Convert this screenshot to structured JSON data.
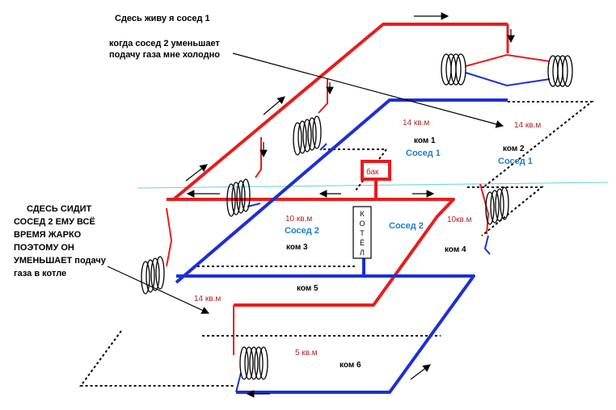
{
  "notes": {
    "neighbor1_title": "Сдесь живу я  сосед 1",
    "neighbor1_line1": "когда сосед 2 уменьшает",
    "neighbor1_line2": "подачу газа мне холодно",
    "neighbor2_line1": "СДЕСЬ СИДИТ",
    "neighbor2_line2": "СОСЕД 2   ЕМУ ВСЁ",
    "neighbor2_line3": "ВРЕМЯ ЖАРКО",
    "neighbor2_line4": "ПОЭТОМУ ОН",
    "neighbor2_line5": "УМЕНЬШАЕТ подачу",
    "neighbor2_line6": "газа в котле"
  },
  "rooms": [
    {
      "name": "ком 1",
      "area": "14 кв.м",
      "owner": "Сосед 1"
    },
    {
      "name": "ком 2",
      "area": "14 кв.м",
      "owner": "Сосед 1"
    },
    {
      "name": "ком 3",
      "area": "10 кв.м",
      "owner": "Сосед 2"
    },
    {
      "name": "ком 4",
      "area": "10кв.м",
      "owner": "Сосед 2"
    },
    {
      "name": "ком 5",
      "area": "14 кв.м",
      "owner": ""
    },
    {
      "name": "ком 6",
      "area": "5 кв.м",
      "owner": ""
    }
  ],
  "equipment": {
    "tank": "бак",
    "boiler": [
      "К",
      "О",
      "Т",
      "Ё",
      "Л"
    ]
  },
  "colors": {
    "hot_pipe": "#e81c1c",
    "cold_pipe": "#1c2fd6",
    "owner_text": "#1e7ec8",
    "area_text": "#b22222",
    "floor_line": "#5fd3e0"
  }
}
